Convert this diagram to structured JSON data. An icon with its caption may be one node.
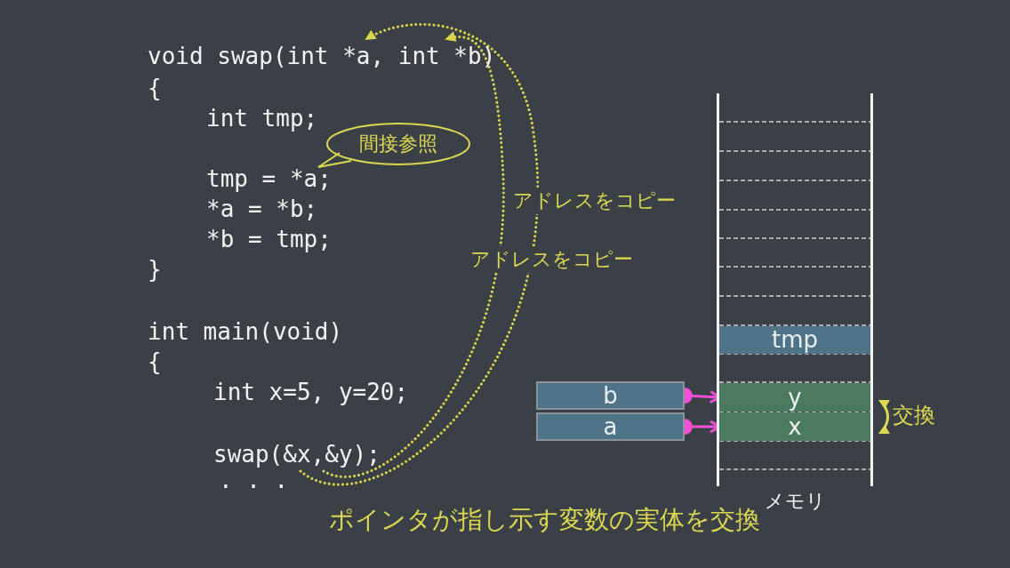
{
  "diagram": {
    "caption": "ポインタが指し示す変数の実体を交換",
    "nodes": [
      {
        "text": [
          "void swap(int *a, int *b)"
        ]
      },
      {
        "text": [
          "間接参照"
        ]
      },
      {
        "text": [
          "swap(&x,&y);"
        ]
      },
      {
        "text": [],
        "shape": "box",
        "beside": [
          "メモリ"
        ]
      },
      {
        "text": [
          "tmp"
        ],
        "in": 3
      },
      {
        "text": [
          "b"
        ]
      },
      {
        "text": [
          "y"
        ],
        "in": 3
      },
      {
        "text": [
          "a"
        ]
      },
      {
        "text": [
          "x"
        ],
        "in": 3
      }
    ],
    "edges": [
      {
        "from": 2,
        "to": 0,
        "arrow": "to",
        "style": "dashed",
        "color": "#d9d64c",
        "label": "アドレスをコピー"
      },
      {
        "from": 2,
        "to": 0,
        "arrow": "to",
        "style": "dashed",
        "color": "#d9d64c",
        "label": "アドレスをコピー"
      },
      {
        "from": 5,
        "to": 6,
        "arrow": "to",
        "color": "#f24fd8"
      },
      {
        "from": 7,
        "to": 8,
        "arrow": "to",
        "color": "#f24fd8"
      }
    ],
    "labels": [
      "{",
      "int tmp;",
      "tmp = *a;",
      "*a = *b;",
      "*b = tmp;",
      "}",
      "int main(void)",
      "{",
      "int x=5, y=20;",
      ". . .",
      "交換"
    ]
  }
}
